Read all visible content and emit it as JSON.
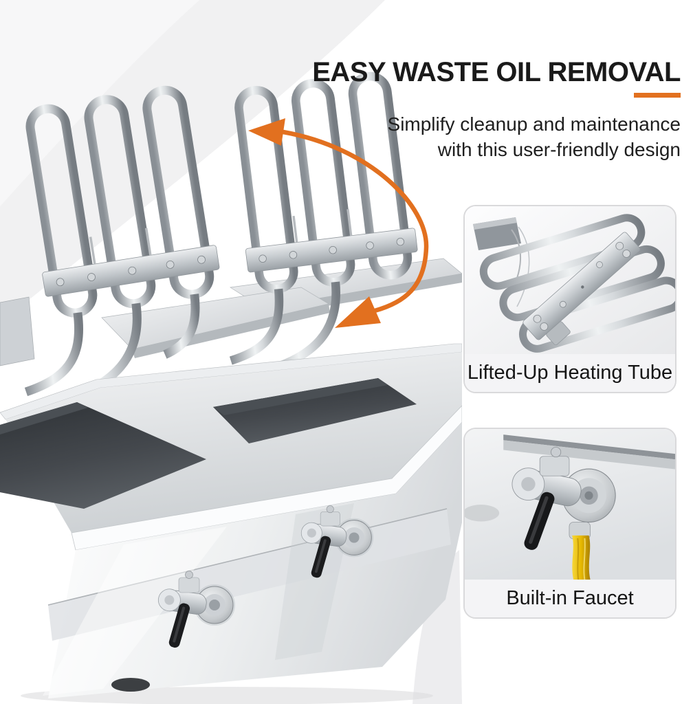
{
  "header": {
    "title": "EASY WASTE OIL REMOVAL",
    "subtitle": [
      "Simplify cleanup and maintenance",
      "with this user-friendly design"
    ]
  },
  "cards": [
    {
      "caption": "Lifted-Up Heating Tube",
      "icon": "heating-element-icon"
    },
    {
      "caption": "Built-in Faucet",
      "icon": "oil-faucet-icon"
    }
  ],
  "colors": {
    "accent_orange": "#e2701f",
    "oil_yellow": "#e6b800",
    "text_dark": "#1a1a1a"
  }
}
